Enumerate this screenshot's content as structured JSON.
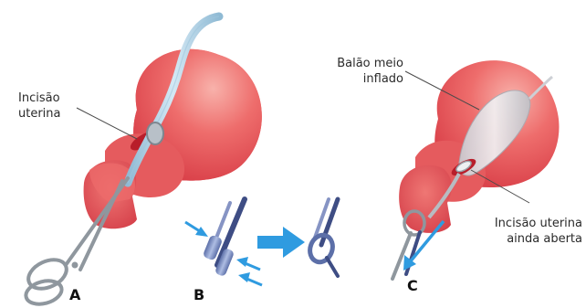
{
  "labels": {
    "incisao_uterina": [
      "Incisão",
      "uterina"
    ],
    "balao_meio_inflado": [
      "Balão meio",
      "inflado"
    ],
    "incisao_uterina_aberta": [
      "Incisão uterina",
      "ainda aberta"
    ]
  },
  "panels": [
    "A",
    "B",
    "C"
  ],
  "colors": {
    "uterus": "#e9545a",
    "uterus_light": "#f49b97",
    "incision": "#b81d2a",
    "catheter": "#a8cde3",
    "balloon": "#d8d9dd",
    "instrument": "#8f979e",
    "arrow": "#2f9be0",
    "leader_line": "#4a4a4a"
  }
}
